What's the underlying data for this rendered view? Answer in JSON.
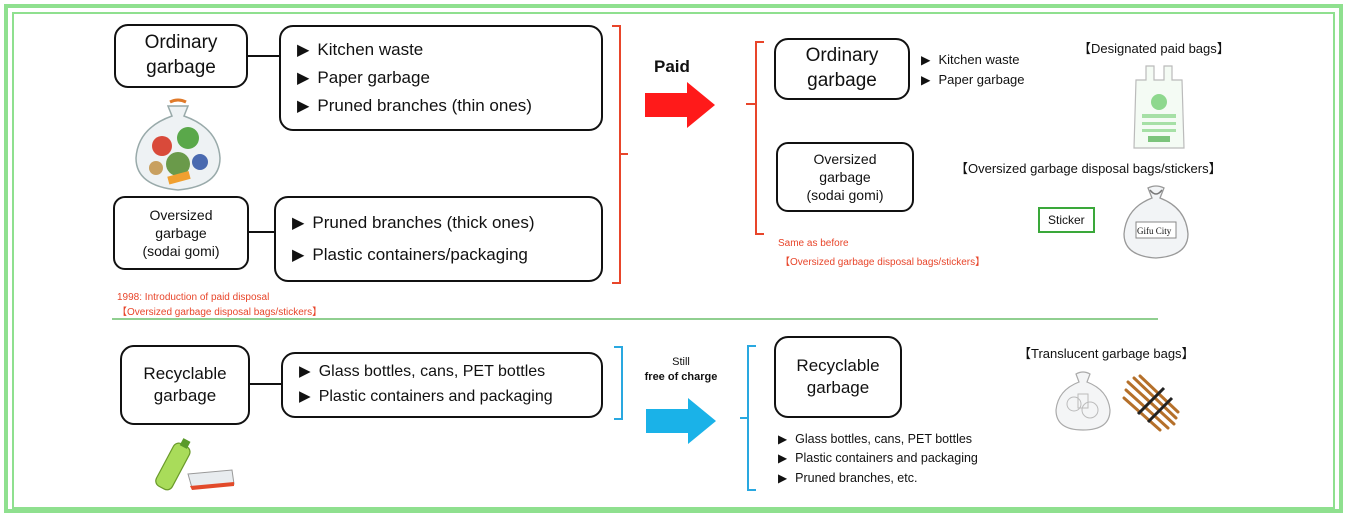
{
  "colors": {
    "frame": "#8fe08f",
    "paid_arrow": "#ff1a1a",
    "free_arrow": "#1ab2e8",
    "bracket_red": "#e8452a",
    "bracket_blue": "#29a8e0",
    "divider": "#6bbf6b"
  },
  "before": {
    "ordinary": {
      "title": "Ordinary\ngarbage",
      "items": [
        "Kitchen waste",
        "Paper garbage",
        "Pruned branches (thin ones)"
      ]
    },
    "oversized": {
      "title": "Oversized\ngarbage\n(sodai gomi)",
      "items": [
        "Pruned branches (thick ones)",
        "Plastic containers/packaging"
      ]
    },
    "note_line1": "1998: Introduction of paid disposal",
    "note_line2": "【Oversized garbage disposal bags/stickers】",
    "recyclable": {
      "title": "Recyclable\ngarbage",
      "items": [
        "Glass bottles, cans, PET bottles",
        "Plastic containers and packaging"
      ]
    }
  },
  "paid_label": "Paid",
  "free_label_line1": "Still",
  "free_label_line2": "free of charge",
  "after": {
    "ordinary": {
      "title": "Ordinary\ngarbage",
      "items": [
        "Kitchen waste",
        "Paper garbage"
      ]
    },
    "designated_bags": "【Designated paid bags】",
    "oversized": {
      "title": "Oversized\ngarbage\n(sodai gomi)"
    },
    "oversized_bags": "【Oversized garbage disposal bags/stickers】",
    "sticker_label": "Sticker",
    "bag_label": "Gifu City",
    "same_note_line1": "Same as before",
    "same_note_line2": "【Oversized garbage disposal bags/stickers】",
    "recyclable": {
      "title": "Recyclable\ngarbage",
      "items": [
        "Glass bottles, cans, PET bottles",
        "Plastic containers and packaging",
        "Pruned branches, etc."
      ]
    },
    "translucent_bags": "【Translucent garbage bags】"
  },
  "icons": [
    "garbage-bag-icon",
    "bottle-and-tray-icon",
    "paid-bag-icon",
    "oversized-bag-icon",
    "translucent-bag-icon",
    "branch-bundle-icon"
  ]
}
